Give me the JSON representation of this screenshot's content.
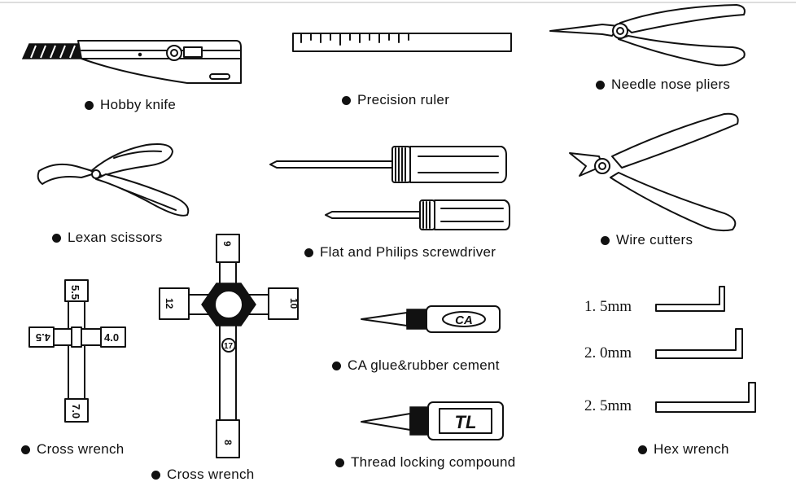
{
  "captions": {
    "hobby_knife": "Hobby knife",
    "precision_ruler": "Precision ruler",
    "needle_nose_pliers": "Needle nose pliers",
    "lexan_scissors": "Lexan scissors",
    "screwdriver": "Flat and Philips screwdriver",
    "wire_cutters": "Wire cutters",
    "ca_glue": "CA glue&rubber cement",
    "cross_wrench_small": "Cross wrench",
    "cross_wrench_large": "Cross wrench",
    "thread_locking": "Thread locking compound",
    "hex_wrench": "Hex wrench"
  },
  "hex_sizes": [
    "1. 5mm",
    "2. 0mm",
    "2. 5mm"
  ],
  "small_cross_wrench_sizes": {
    "top": "5.5",
    "left": "4.5",
    "right": "4.0",
    "bottom": "7.0"
  },
  "large_cross_wrench_sizes": {
    "top": "9",
    "left": "12",
    "right": "10",
    "center": "17",
    "bottom": "8"
  },
  "ca_bottle_label": "CA",
  "tl_bottle_label": "TL"
}
